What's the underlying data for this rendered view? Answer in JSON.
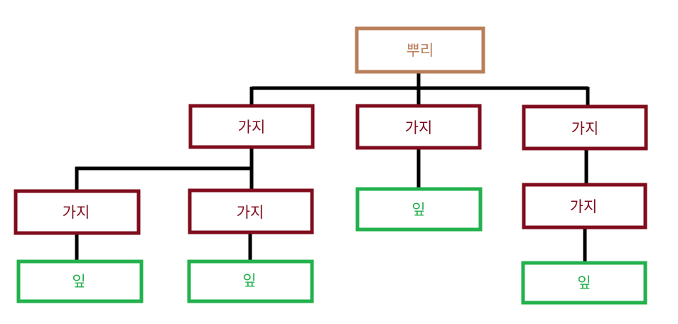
{
  "colors": {
    "root": "#b97f5a",
    "branch": "#7f0d1d",
    "leaf": "#22b14c",
    "connector": "#000000",
    "background": "#ffffff"
  },
  "nodes": {
    "root": {
      "label": "뿌리"
    },
    "branch_left": {
      "label": "가지"
    },
    "branch_middle": {
      "label": "가지"
    },
    "branch_right": {
      "label": "가지"
    },
    "branch_left_child_1": {
      "label": "가지"
    },
    "branch_left_child_2": {
      "label": "가지"
    },
    "branch_right_child": {
      "label": "가지"
    },
    "leaf_1": {
      "label": "잎"
    },
    "leaf_2": {
      "label": "잎"
    },
    "leaf_middle": {
      "label": "잎"
    },
    "leaf_right": {
      "label": "잎"
    }
  }
}
